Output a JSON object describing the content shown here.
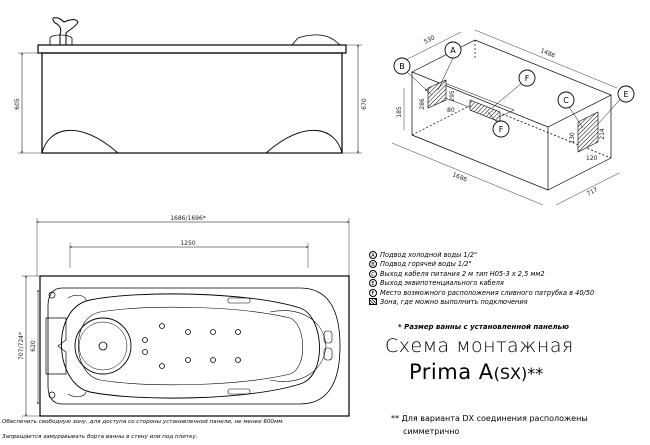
{
  "front_view": {
    "dim_overall_height": "670",
    "dim_panel_height": "605"
  },
  "plan_view": {
    "dim_length": "1686/1696*",
    "dim_inner_length": "1250",
    "dim_width": "707/724*",
    "dim_inner_width": "620"
  },
  "iso_view": {
    "dim_width_top": "1486",
    "dim_zone_a_b": "530",
    "dim_length": "1686",
    "dim_depth": "717",
    "dim_height_left": "185",
    "dim_a": "286",
    "dim_b": "295",
    "dim_ab_small": "80",
    "dim_e_1": "214",
    "dim_e_2": "120",
    "dim_c": "130",
    "callouts": [
      "A",
      "B",
      "C",
      "E",
      "F",
      "F"
    ]
  },
  "legend": {
    "items": [
      {
        "key": "A",
        "text": "Подвод холодной воды 1/2\""
      },
      {
        "key": "B",
        "text": "Подвод горячей воды 1/2\""
      },
      {
        "key": "C",
        "text": "Выход кабеля питания  2 м тип H05-3 x 2,5 мм2"
      },
      {
        "key": "E",
        "text": "Выход эквипотенциального кабеля"
      },
      {
        "key": "F",
        "text": "Место возможного расположения сливного патрубка в 40/50"
      },
      {
        "key": "",
        "text": "Зона, где можно выполнить  подключения"
      }
    ]
  },
  "size_note": "* Размер ванны с установленной панелью",
  "scheme_title": "Схема монтажная",
  "model_name": "Prima A",
  "model_suffix": "(SX)**",
  "dx_note_line1": "** Для варианта DX соединения расположены",
  "dx_note_line2": "симметрично",
  "bottom_note_line1": "Обеспечить свободную зону, для доступа со стороны установленной панели, не менее 600мм.",
  "bottom_note_line2": "Запрещается замуровывать борта ванны в стену или под плитку."
}
